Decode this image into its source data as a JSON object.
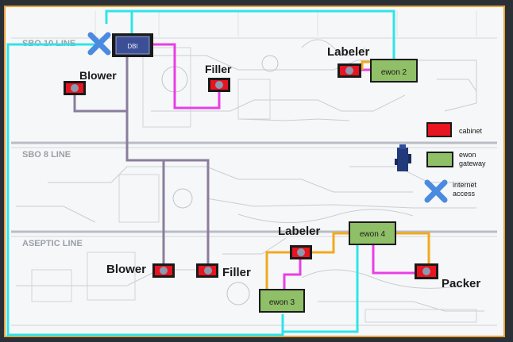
{
  "lines": [
    {
      "label": "SBO 10 LINE"
    },
    {
      "label": "SBO 8 LINE"
    },
    {
      "label": "ASEPTIC LINE"
    }
  ],
  "devices": {
    "dbi": "DBI",
    "ewon_2": "ewon 2",
    "ewon_3": "ewon 3",
    "ewon_4": "ewon 4"
  },
  "station_labels": {
    "blower_top": "Blower",
    "filler_top": "Filler",
    "labeler_top": "Labeler",
    "blower_bottom": "Blower",
    "filler_bottom": "Filler",
    "labeler_bottom": "Labeler",
    "packer": "Packer"
  },
  "legend": {
    "cabinet": "cabinet",
    "ewon_gateway": "ewon gateway",
    "internet_access": "internet access"
  },
  "colors": {
    "cyan_link": "#2fe4ea",
    "magenta_link": "#e83ee8",
    "purple_link": "#8a7d9e",
    "orange_link": "#f2a91c",
    "cabinet_fill": "#e81420",
    "ewon_fill": "#8fbf66",
    "dbi_fill": "#3c4f96",
    "internet_cross": "#4a8be0"
  },
  "icons": [
    "internet-cross-icon",
    "cabinet-icon",
    "ewon-gateway-icon",
    "device-tower-icon"
  ]
}
